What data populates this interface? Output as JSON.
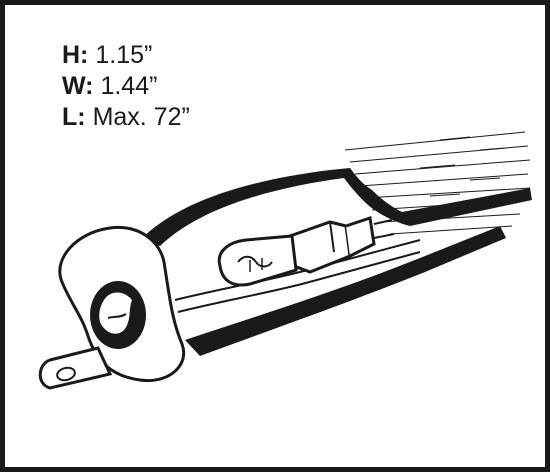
{
  "specs": {
    "height": {
      "key": "H:",
      "value": "1.15”"
    },
    "width": {
      "key": "W:",
      "value": "1.44”"
    },
    "length": {
      "key": "L:",
      "value": "Max. 72”"
    }
  },
  "colors": {
    "ink": "#1a1a1a",
    "paper": "#ffffff"
  },
  "icons": [
    "light-tube-illustration",
    "bulb-icon",
    "mounting-tab-icon"
  ]
}
